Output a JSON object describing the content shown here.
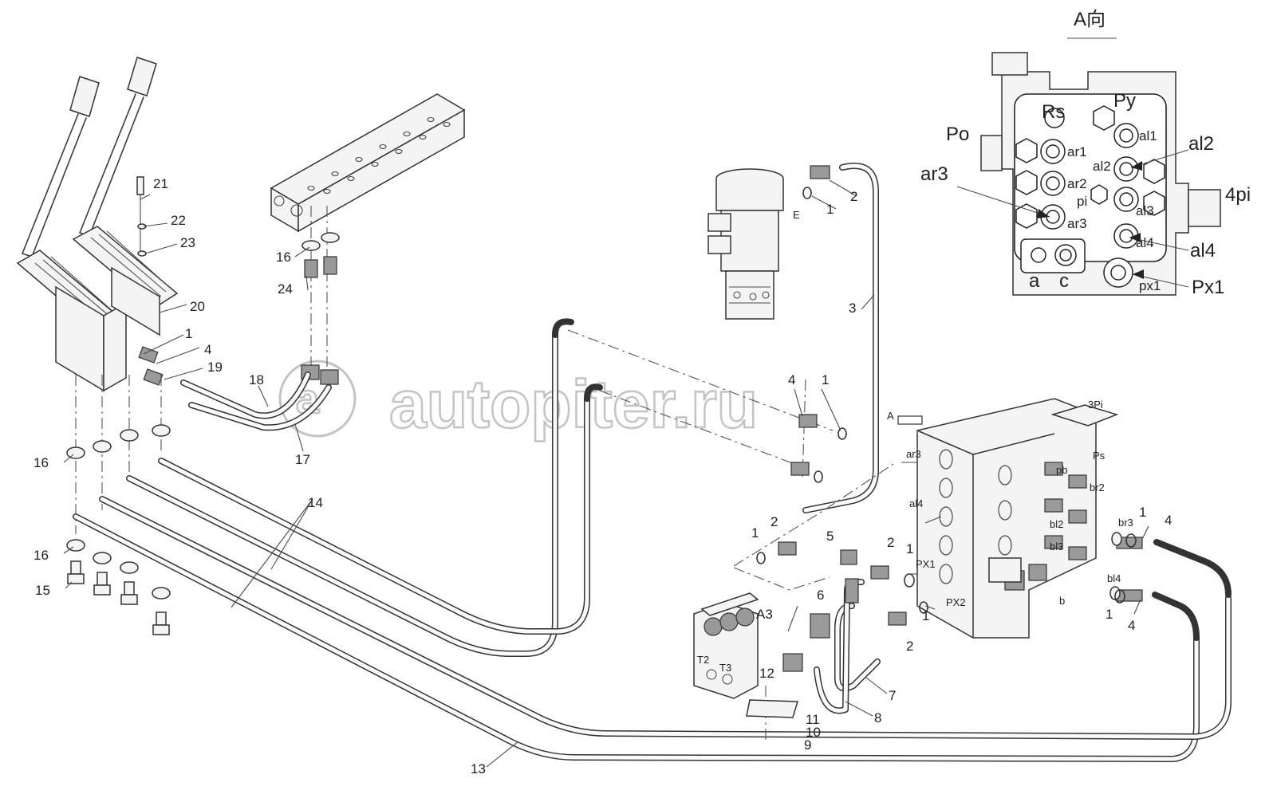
{
  "watermark": {
    "text": "autopiter.ru"
  },
  "view_title": "A向",
  "callouts": {
    "n1": "1",
    "n2": "2",
    "n3": "3",
    "n4": "4",
    "n5": "5",
    "n6": "6",
    "n7": "7",
    "n8": "8",
    "n9": "9",
    "n10": "10",
    "n11": "11",
    "n12": "12",
    "n13": "13",
    "n14": "14",
    "n15": "15",
    "n16": "16",
    "n17": "17",
    "n18": "18",
    "n19": "19",
    "n20": "20",
    "n21": "21",
    "n22": "22",
    "n23": "23",
    "n24": "24"
  },
  "port_labels": {
    "rs": "Rs",
    "py": "Py",
    "po": "Po",
    "ar1": "ar1",
    "ar2": "ar2",
    "ar3": "ar3",
    "al1": "al1",
    "al2": "al2",
    "al3": "al3",
    "al4": "al4",
    "pi": "pi",
    "px1": "px1",
    "a": "a",
    "c": "c",
    "pi4": "4pi",
    "ar3_out": "ar3",
    "al2_out": "al2",
    "al4_out": "al4",
    "px1_out": "Px1",
    "e": "E",
    "a_view": "A",
    "ar3_valve": "ar3",
    "al4_valve": "al4",
    "px1_valve": "PX1",
    "px2_valve": "PX2",
    "a3": "A3",
    "t2": "T2",
    "t3": "T3",
    "pi3": "3Pi",
    "ps": "Ps",
    "pb": "pb",
    "br2": "br2",
    "br3": "br3",
    "bl2": "bl2",
    "bl3": "bl3",
    "bl4": "bl4",
    "b": "b"
  }
}
